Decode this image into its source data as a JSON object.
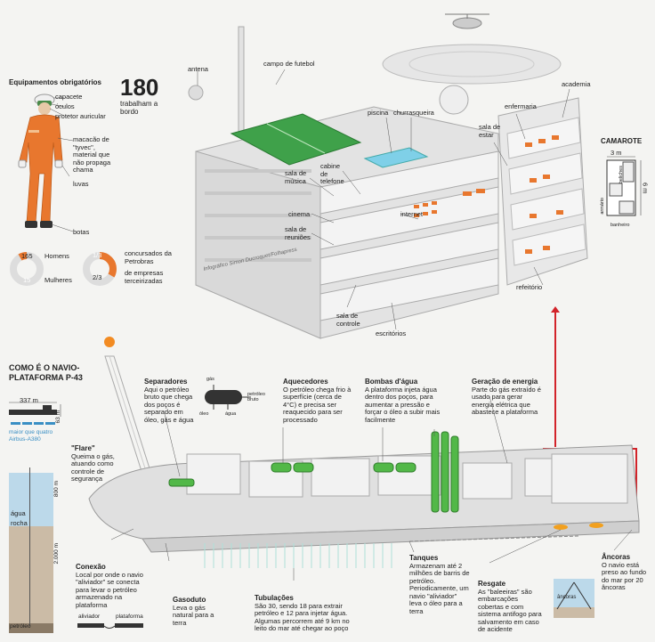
{
  "equip": {
    "title": "Equipamentos obrigatórios",
    "capacete": "capacete",
    "oculos": "óculos",
    "protetor": "protetor auricular",
    "macacao": "macacão de \"tyvec\", material que não propaga chama",
    "luvas": "luvas",
    "botas": "botas"
  },
  "crew": {
    "number": "180",
    "label": "trabalham a bordo",
    "men_value": "165",
    "men_label": "Homens",
    "women_value": "15",
    "women_label": "Mulheres",
    "petrobras_fraction": "1/3",
    "petrobras_label": "concursados da Petrobras",
    "other_fraction": "2/3",
    "other_label": "de empresas terceirizadas",
    "men_share": 0.917,
    "petrobras_share": 0.333
  },
  "platform_labels": {
    "antena": "antena",
    "campo": "campo de futebol",
    "academia": "academia",
    "enfermaria": "enfermaria",
    "piscina": "piscina",
    "churrasqueira": "churrasqueira",
    "sala_estar": "sala de estar",
    "sala_musica": "sala de música",
    "cabine": "cabine de telefone",
    "internet": "internet",
    "cinema": "cinema",
    "reunioes": "sala de reuniões",
    "controle": "sala de controle",
    "escritorios": "escritórios",
    "refeitorio": "refeitório",
    "credit": "Infográfico Simon Ducroquet/Folhapress"
  },
  "camarote": {
    "title": "CAMAROTE",
    "width": "3 m",
    "height": "6 m",
    "beliches": "beliches",
    "armario": "armário",
    "banheiro": "banheiro"
  },
  "ship": {
    "title": "COMO É O NAVIO-PLATAFORMA P-43",
    "length": "337 m",
    "depth": "63 m",
    "compare": "maior que quatro Airbus-A380",
    "agua": "água",
    "rocha": "rocha",
    "petroleo": "petróleo",
    "d800": "800 m",
    "d2000": "2.000 m"
  },
  "callouts": {
    "separadores_title": "Separadores",
    "separadores_text": "Aqui o petróleo bruto que chega dos poços é separado em óleo, gás e água",
    "sep_gas": "gás",
    "sep_bruto": "petróleo bruto",
    "sep_oleo": "óleo",
    "sep_agua": "água",
    "aquecedores_title": "Aquecedores",
    "aquecedores_text": "O petróleo chega frio à superfície (cerca de 4°C) e precisa ser reaquecido para ser processado",
    "bombas_title": "Bombas d'água",
    "bombas_text": "A plataforma injeta água dentro dos poços, para aumentar a pressão e forçar o óleo a subir mais facilmente",
    "geracao_title": "Geração de energia",
    "geracao_text": "Parte do gás extraído é usado para gerar energia elétrica que abastece a plataforma",
    "flare_title": "\"Flare\"",
    "flare_text": "Queima o gás, atuando como controle de segurança",
    "conexao_title": "Conexão",
    "conexao_text": "Local por onde o navio \"aliviador\" se conecta para levar o petróleo armazenado na plataforma",
    "aliviador": "aliviador",
    "plataforma": "plataforma",
    "gasoduto_title": "Gasoduto",
    "gasoduto_text": "Leva o gás natural para a terra",
    "tubulacoes_title": "Tubulações",
    "tubulacoes_text": "São 30, sendo 18 para extrair petróleo e 12 para injetar água. Algumas percorrem até 9 km no leito do mar até chegar ao poço",
    "tanques_title": "Tanques",
    "tanques_text": "Armazenam até 2 milhões de barris de petróleo. Periodicamente, um navio \"aliviador\" leva o óleo para a terra",
    "resgate_title": "Resgate",
    "resgate_text": "As \"baleeiras\" são embarcações cobertas e com sistema antifogo para salvamento em caso de acidente",
    "ancoras_title": "Âncoras",
    "ancoras_text": "O navio está preso ao fundo do mar por 20 âncoras",
    "ancoras_box": "âncoras"
  }
}
